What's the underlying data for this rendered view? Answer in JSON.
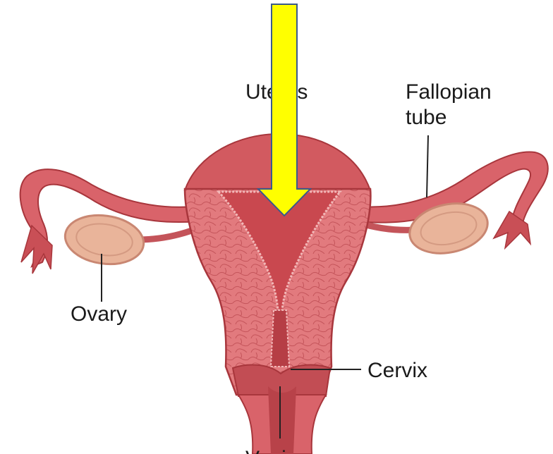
{
  "labels": {
    "uterus": "Uterus",
    "fallopian_line1": "Fallopian",
    "fallopian_line2": "tube",
    "ovary": "Ovary",
    "cervix": "Cervix",
    "vagina": "Vagina"
  },
  "colors": {
    "tissue": "#d9636a",
    "tissue_dark": "#a8363c",
    "tissue_light": "#ee9a9a",
    "cavity": "#c9484f",
    "ovary": "#e9b49a",
    "ovary_edge": "#c98772",
    "arrow_fill": "#ffff00",
    "arrow_stroke": "#3a5a8c",
    "leader": "#222222"
  },
  "icons": {
    "pointer": "down-arrow-icon"
  }
}
